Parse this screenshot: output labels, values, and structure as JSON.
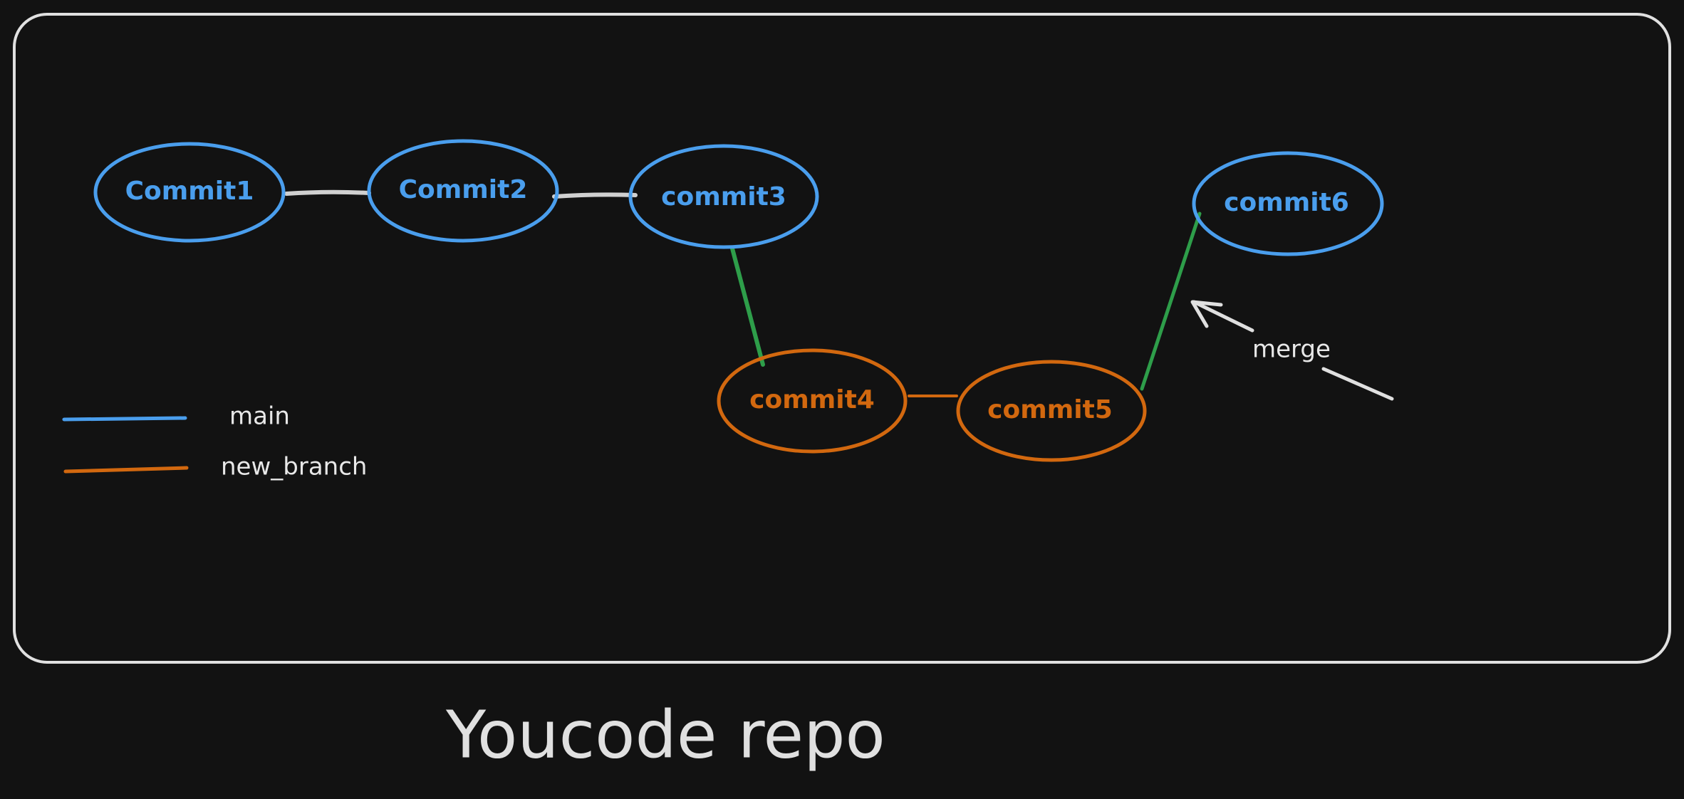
{
  "diagram": {
    "title": "Youcode repo",
    "colors": {
      "background": "#121212",
      "frame": "#e0e0e0",
      "main": "#4a9eed",
      "new_branch": "#d2680f",
      "link": "#d0d0d0",
      "branch_edge": "#2e9e4a",
      "text": "#e8e8e8"
    },
    "legend": [
      {
        "label": "main",
        "color": "#4a9eed"
      },
      {
        "label": "new_branch",
        "color": "#d2680f"
      }
    ],
    "commits": [
      {
        "id": "c1",
        "label": "Commit1",
        "branch": "main"
      },
      {
        "id": "c2",
        "label": "Commit2",
        "branch": "main"
      },
      {
        "id": "c3",
        "label": "commit3",
        "branch": "main"
      },
      {
        "id": "c4",
        "label": "commit4",
        "branch": "new_branch"
      },
      {
        "id": "c5",
        "label": "commit5",
        "branch": "new_branch"
      },
      {
        "id": "c6",
        "label": "commit6",
        "branch": "main"
      }
    ],
    "edges": [
      {
        "from": "c1",
        "to": "c2",
        "kind": "link"
      },
      {
        "from": "c2",
        "to": "c3",
        "kind": "link"
      },
      {
        "from": "c3",
        "to": "c4",
        "kind": "branch"
      },
      {
        "from": "c4",
        "to": "c5",
        "kind": "new_branch"
      },
      {
        "from": "c5",
        "to": "c6",
        "kind": "branch"
      }
    ],
    "merge_annotation": "merge"
  }
}
